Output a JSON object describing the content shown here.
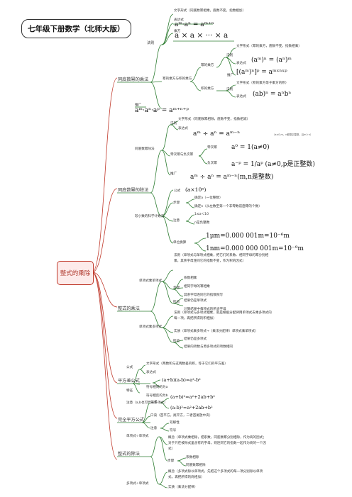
{
  "title": "七年级下册数学（北师大版）",
  "root": "整式的乘除",
  "mult": {
    "label": "同底数幂的乘法",
    "rule": "法则",
    "rule_text": "文字形式（同底数幂相乘，底数不变，指数相加）",
    "expr_label": "表达式",
    "expr": "aᵐ·aⁿ = aᵐ⁺ⁿ",
    "power_label": "乘方",
    "power": "a × a × ··· × a",
    "pp_label": "幂的乘方与积的乘方",
    "pow_of_pow": "幂的乘方",
    "pp_rule": "法则",
    "pp_text": "文字形式（幂的乘方，底数不变，指数相乘）",
    "pp_expr_label": "表达式",
    "pp_expr": "(aᵐ)ⁿ = (aⁿ)ᵐ",
    "pp_ext_label": "推广",
    "pp_ext": "[(aᵐ)ⁿ]ᵖ = aᵐˣⁿˣᵖ",
    "prod_pow": "积的乘方",
    "prod_rule": "法则",
    "prod_text": "文字形式（积的乘方等于乘方的积）",
    "prod_expr_label": "表达式",
    "prod_expr": "(ab)ⁿ = aⁿbⁿ",
    "ext_label": "推广",
    "ext": "aᵐ·aⁿ·aᵖ = aᵐ⁺ⁿ⁺ᵖ"
  },
  "div": {
    "label": "同底数幂的除法",
    "same": "同底数幂除法",
    "rule": "法则",
    "rule_text": "文字形式（同底数幂相除，底数不变，指数相减）",
    "expr_label": "表达式",
    "expr": "aᵐ ÷ aⁿ = aᵐ⁻ⁿ",
    "expr_note": "（a≠0,m、n都是正整数，且m＞n）",
    "zero_neg": "零次幂与负次幂",
    "zero": "零次幂",
    "zero_expr": "a⁰ = 1(a≠0)",
    "neg": "负次幂",
    "neg_expr": "a⁻ᵖ = 1/aᵖ  (a≠0,p是正整数)",
    "ext_label": "推广",
    "ext": "aᵐ ÷ aⁿ = aᵐ⁻ⁿ(m,n是整数)",
    "sci": "较小数的科学计数法",
    "formula_label": "公式",
    "formula": "(a×10ⁿ)",
    "steps": "步骤",
    "step1": "确定a（一位整数）",
    "step2": "确定n（从左数至第一个非零数前面零的个数）",
    "note": "注意",
    "note1": "1≤a＜10",
    "note2": "n是负整数",
    "unit": "单位换算",
    "unit1": "1μm=0.000 001m=10⁻⁶m",
    "unit2": "1nm=0.000 000 001m=10⁻⁹m"
  },
  "poly": {
    "label": "整式的乘法",
    "mm": "单项式乘单项式",
    "mm_rule": "法则（单项式与单项式相乘，把它们的系数、相同字母的幂分别相乘，其余字母连同它的指数不变，作为积的因式）",
    "mm_steps": "步骤",
    "mm_s1": "系数相乘",
    "mm_s2": "相同字母的幂相乘",
    "mm_s3": "其余字母连同它的指数照写",
    "mm_check": "检验",
    "mm_c1": "结果仍是单项式",
    "mm_c2": "计算结果中每项式的所含字母",
    "mp": "单项式乘多项式",
    "mp_rule": "法则（单项式与多项式相乘，就是根据分配律用单项式去乘多项式的每一项，再把所得的积相加）",
    "mp_essence": "实质（单项式乘多项式→（乘法分配律）单项式乘单项式）",
    "mp_check": "检验",
    "mp_c1": "结果仍是多项式",
    "mp_c2": "结果的项数与原多项式的项数相同"
  },
  "square_diff": {
    "label": "平方差公式",
    "formula_label": "公式",
    "text": "文字形式（两数和与这两数差的积，等于它们的平方差）",
    "expr_label": "表达式",
    "expr": "(a+b)(a-b)=a²-b²",
    "feature": "特征",
    "feat1": "符号相同的为a",
    "feat2": "符号相反的为b",
    "note": "注意（a,b也可代表多项式）"
  },
  "perfect_sq": {
    "label": "完全平方公式",
    "formula_label": "公式",
    "f1": "(a+b)²=a²+2ab+b²",
    "f2": "(a-b)²=a²+2ab+b²",
    "verse": "口诀（首平方，尾平方，二者首尾放中央）",
    "note": "注意",
    "n1": "双解性",
    "n2": "符号"
  },
  "poly_div": {
    "label": "整式的除法",
    "md": "单项式÷单项式",
    "md_concept": "概念（单项式乘相除，把系数，同底数幂分别相除，作为商的因式；对于只在被除式里含有的字母，则连同它的指数一起作为商的一个因式）",
    "md_steps": "步骤",
    "md_s1": "系数相除",
    "md_s2": "同底数幂相除",
    "pd": "多项式÷单项式",
    "pd_concept": "概念（多项式除以单项式，先把这个多项式的每一项分别除以单项式，再把所得的商相加）",
    "pd_essence": "实质（乘法分配律）"
  }
}
